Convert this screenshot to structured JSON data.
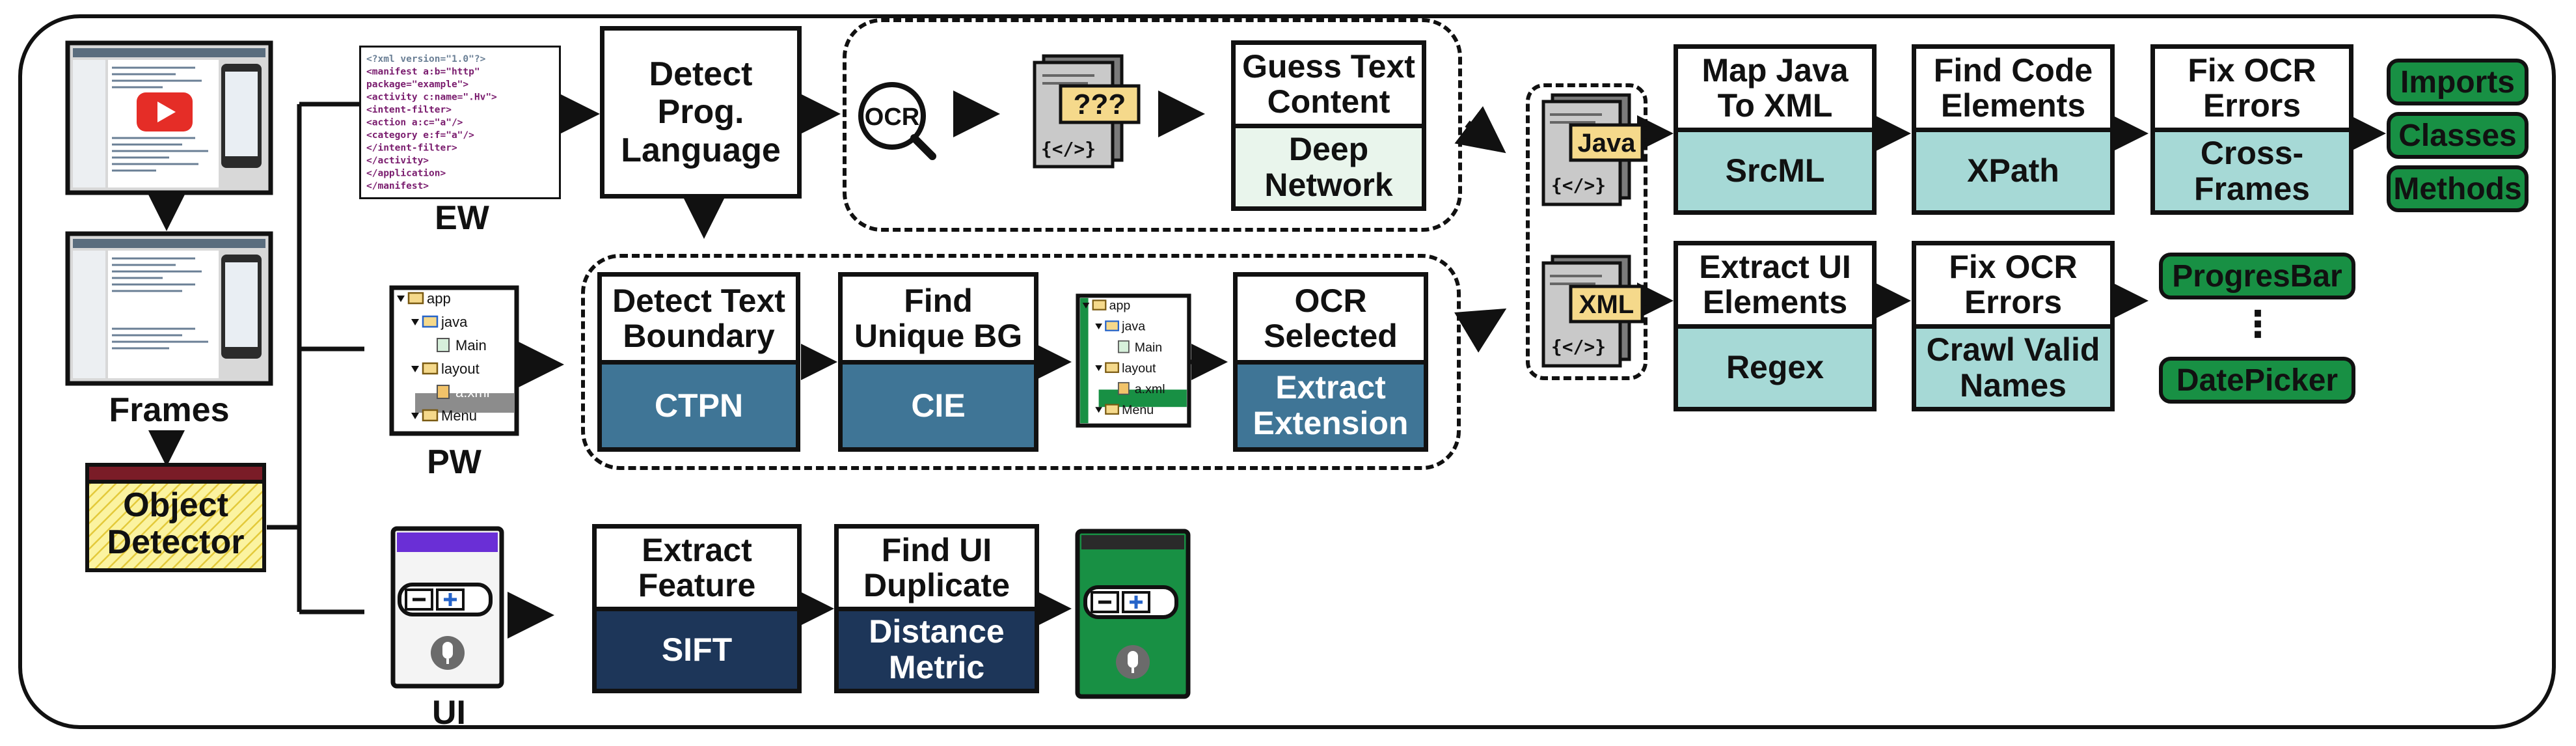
{
  "inputs": {
    "frames_label": "Frames",
    "detector_line1": "Object",
    "detector_line2": "Detector",
    "ew_label": "EW",
    "pw_label": "PW",
    "ui_label": "UI"
  },
  "ew_code": [
    "<?xml version=\"1.0\"?>",
    "<manifest a:b=\"http\"",
    "  package=\"example\">",
    "  <activity c:name=\".Hv\">",
    "    <intent-filter>",
    "      <action a:c=\"a\"/>",
    "      <category e:f=\"a\"/>",
    "    </intent-filter>",
    "  </activity>",
    "  </application>",
    "</manifest>"
  ],
  "tree": [
    "app",
    "java",
    "Main",
    "layout",
    "a.xml",
    "Menu"
  ],
  "ocr_icon_text": "OCR",
  "unknown_text": "???",
  "code_glyph": "{</>}",
  "nodes": {
    "detect_lang": "Detect Prog. Language",
    "guess_text": {
      "top": "Guess Text Content",
      "bottom": "Deep Network"
    },
    "detect_boundary": {
      "top": "Detect Text Boundary",
      "bottom": "CTPN"
    },
    "find_bg": {
      "top": "Find Unique BG",
      "bottom": "CIE"
    },
    "ocr_selected": {
      "top": "OCR Selected",
      "bottom": "Extract Extension"
    },
    "extract_feature": {
      "top": "Extract Feature",
      "bottom": "SIFT"
    },
    "find_dup": {
      "top": "Find UI Duplicate",
      "bottom": "Distance Metric"
    },
    "map_java": {
      "top": "Map Java To XML",
      "bottom": "SrcML"
    },
    "find_code": {
      "top": "Find Code Elements",
      "bottom": "XPath"
    },
    "fix_ocr_1": {
      "top": "Fix OCR Errors",
      "bottom": "Cross-Frames"
    },
    "extract_ui": {
      "top": "Extract UI Elements",
      "bottom": "Regex"
    },
    "fix_ocr_2": {
      "top": "Fix OCR Errors",
      "bottom": "Crawl Valid Names"
    }
  },
  "file_tags": {
    "java": "Java",
    "xml": "XML"
  },
  "outputs_code": [
    "Imports",
    "Classes",
    "Methods"
  ],
  "outputs_ui": [
    "ProgresBar",
    "⋮",
    "DatePicker"
  ],
  "colors": {
    "teal": "#a6d9d6",
    "blue": "#3f7596",
    "navy": "#1d3659",
    "green": "#189044",
    "yellow_tag": "#f5d98b"
  }
}
